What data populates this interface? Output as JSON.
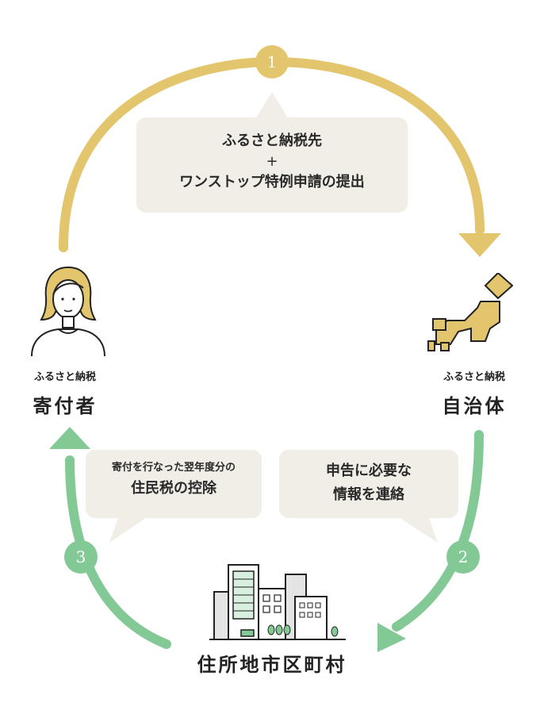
{
  "colors": {
    "gold": "#e2c56c",
    "green": "#83c995",
    "bubble": "#f0eee7",
    "dark": "#222222"
  },
  "steps": [
    {
      "number": "1",
      "lines": [
        "ふるさと納税先",
        "+",
        "ワンストップ特例申請の提出"
      ]
    },
    {
      "number": "2",
      "lines": [
        "申告に必要な",
        "情報を連絡"
      ]
    },
    {
      "number": "3",
      "lines": [
        "寄付を行なった翌年度分の",
        "住民税の控除"
      ]
    }
  ],
  "nodes": {
    "donor": {
      "sub": "ふるさと納税",
      "main": "寄付者",
      "icon": "person-icon"
    },
    "municipality": {
      "sub": "ふるさと納税",
      "main": "自治体",
      "icon": "japan-map-icon"
    },
    "residence": {
      "main": "住所地市区町村",
      "icon": "city-buildings-icon"
    }
  }
}
